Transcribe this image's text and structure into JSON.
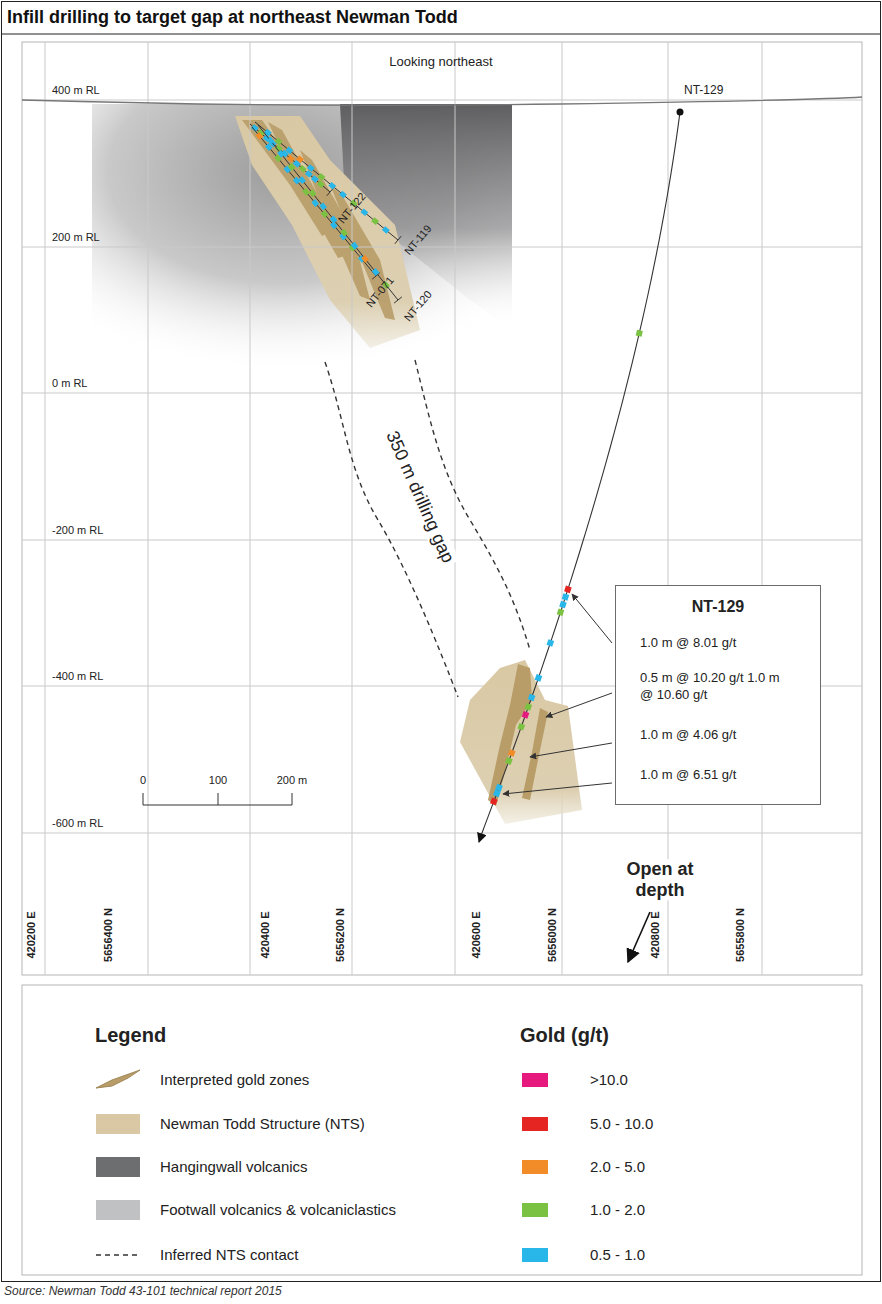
{
  "diagram": {
    "title": "Infill drilling to target gap at northeast Newman Todd",
    "caption": "Source: Newman Todd 43-101 technical report 2015",
    "nodes": [
      {
        "text": [
          "NT-129",
          "1.0 m @ 8.01 g/t",
          "0.5 m @ 10.20 g/t 1.0 m @ 10.60 g/t",
          "1.0 m @ 4.06 g/t",
          "1.0 m @ 6.51 g/t"
        ]
      }
    ],
    "labels": [
      "Looking northeast",
      "400 m RL",
      "NT-129",
      "NT-122",
      "200 m RL",
      "NT-119",
      "NT-071",
      "NT-120",
      "0 m RL",
      "350 m drilling gap",
      "-200 m RL",
      "-400 m RL",
      "0",
      "100",
      "200 m",
      "-600 m RL",
      "Open at depth",
      "420200 E",
      "5656400 N",
      "420400 E",
      "5656200 N",
      "420600 E",
      "5656000 N",
      "420800 E",
      "5655800 N",
      "Legend",
      "Gold (g/t)"
    ],
    "legend": [
      {
        "text": "Interpreted gold zones"
      },
      {
        "text": "Newman Todd Structure (NTS)",
        "color": "#d9c8a3"
      },
      {
        "text": "Hangingwall volcanics",
        "color": "#6d6e70"
      },
      {
        "text": "Footwall volcanics & volcaniclastics",
        "color": "#c0c1c3"
      },
      {
        "text": "Inferred NTS contact"
      },
      {
        "text": ">10.0",
        "color": "#e6197f"
      },
      {
        "text": "5.0 - 10.0",
        "color": "#e52521"
      },
      {
        "text": "2.0 - 5.0",
        "color": "#f28c28"
      },
      {
        "text": "1.0 - 2.0",
        "color": "#7cc242"
      },
      {
        "text": "0.5 - 1.0",
        "color": "#29b6e8"
      }
    ]
  }
}
